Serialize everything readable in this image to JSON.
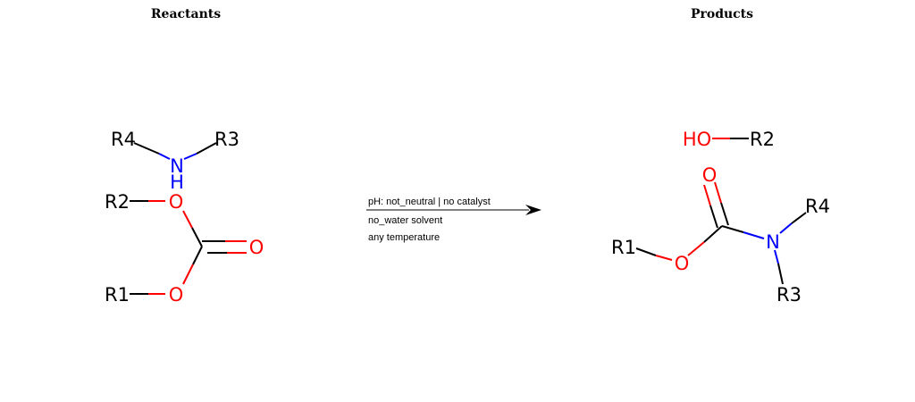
{
  "headers": {
    "reactants": "Reactants",
    "products": "Products"
  },
  "conditions": {
    "line1": "pH: not_neutral | no catalyst",
    "line2": "no_water solvent",
    "line3": "any temperature"
  },
  "atom_labels": {
    "r1": "R1",
    "r2": "R2",
    "r3": "R3",
    "r4": "R4",
    "n": "N",
    "h": "H",
    "o": "O",
    "ho": "HO"
  },
  "colors": {
    "oxygen": "#ff0000",
    "nitrogen": "#0000ff",
    "carbon": "#000000"
  }
}
